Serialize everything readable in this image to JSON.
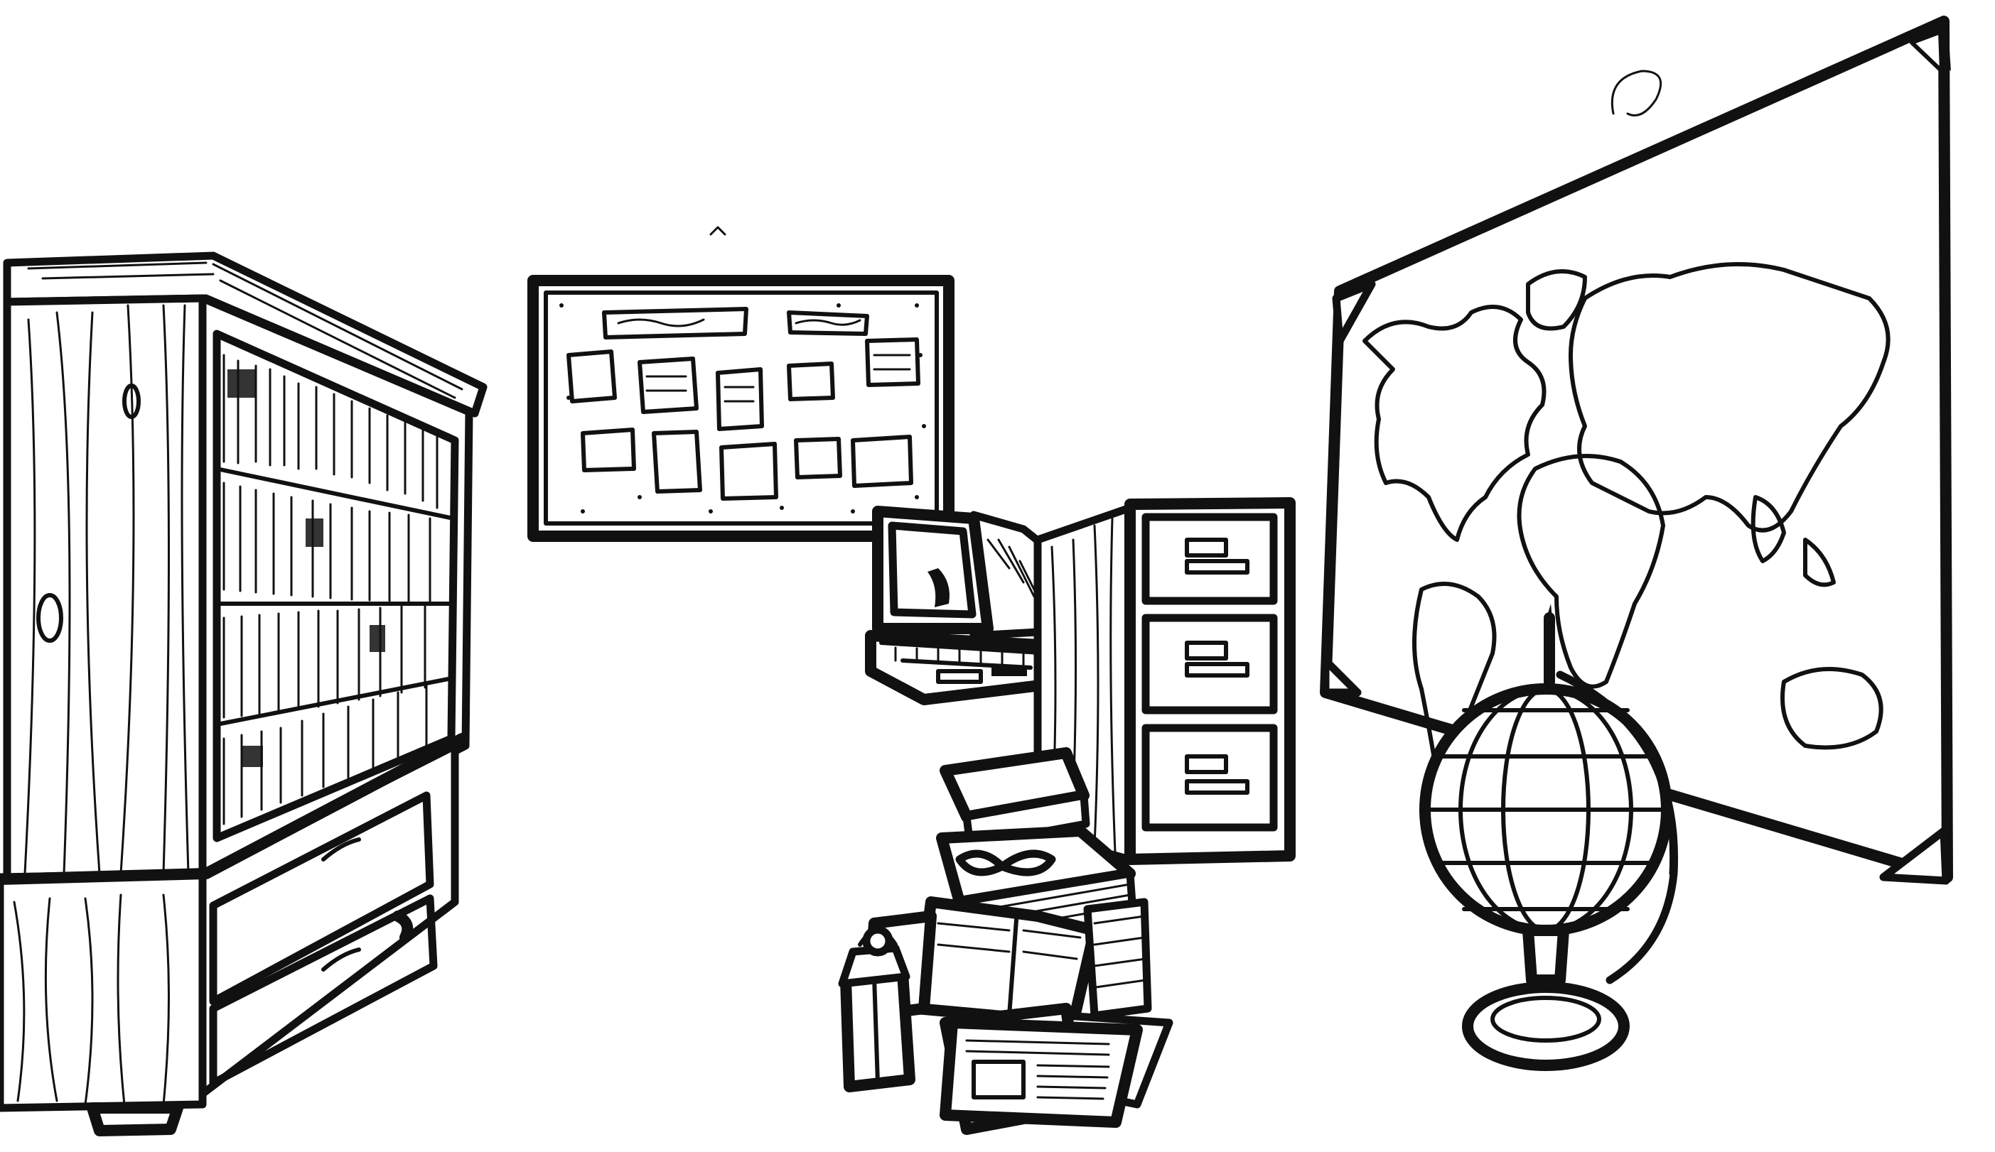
{
  "artwork": {
    "style": "black ink line drawing",
    "colors": {
      "ink": "#111111",
      "paper": "#ffffff"
    },
    "objects": [
      "bookcase",
      "cork-notice-board",
      "crt-computer",
      "filing-cabinet",
      "world-map",
      "desk-globe",
      "book-pile",
      "lantern",
      "newspaper"
    ]
  }
}
